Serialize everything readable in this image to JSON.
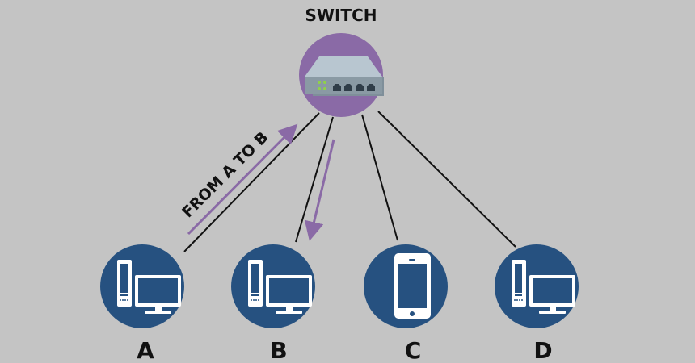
{
  "title": "SWITCH",
  "flow_label": "FROM A TO B",
  "colors": {
    "background": "#c4c4c4",
    "switch_circle": "#8a6aa6",
    "device_circle": "#265180",
    "arrow": "#8a6aa6",
    "link": "#111111"
  },
  "switch": {
    "icon": "network-switch-icon",
    "ports": 4
  },
  "devices": [
    {
      "label": "A",
      "icon": "desktop-computer-icon"
    },
    {
      "label": "B",
      "icon": "desktop-computer-icon"
    },
    {
      "label": "C",
      "icon": "smartphone-icon"
    },
    {
      "label": "D",
      "icon": "desktop-computer-icon"
    }
  ]
}
